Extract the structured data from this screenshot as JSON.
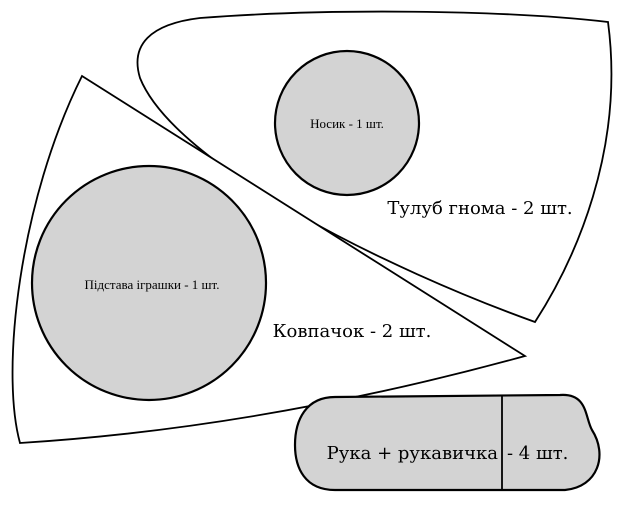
{
  "pieces": {
    "nose": {
      "label": "Носик - 1 шт."
    },
    "base": {
      "label": "Підстава іграшки - 1 шт."
    },
    "body": {
      "label": "Тулуб гнома - 2 шт."
    },
    "hat": {
      "label": "Ковпачок - 2 шт."
    },
    "arm": {
      "label": "Рука + рукавичка",
      "count": "- 4 шт."
    }
  },
  "colors": {
    "piece_fill": "#d3d3d3",
    "outline": "#000000",
    "background": "#ffffff"
  }
}
